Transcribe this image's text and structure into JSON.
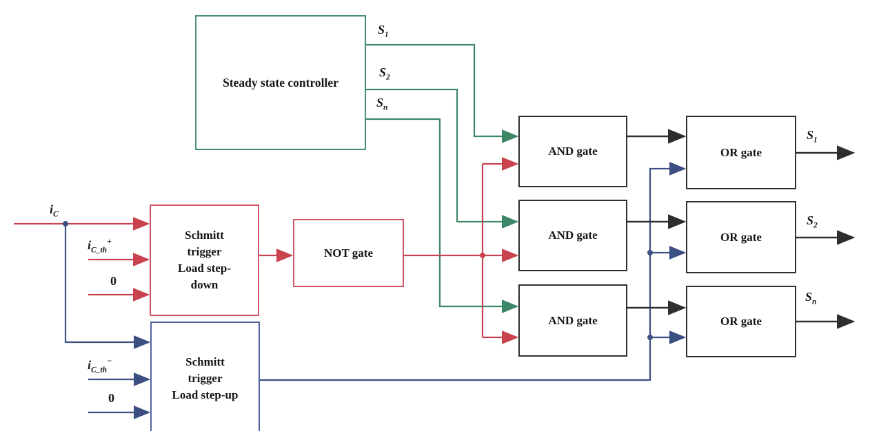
{
  "colors": {
    "green": "#3d8666",
    "green-border": "#4a8f6d",
    "red": "#c9434f",
    "red-border": "#cf5868",
    "blue": "#3c4f82",
    "blue-border": "#5264a0",
    "dark": "#2e2e2e"
  },
  "boxes": {
    "controller": {
      "label": "Steady state controller"
    },
    "schmitt_down": {
      "label": "Schmitt\ntrigger\nLoad step-\ndown"
    },
    "schmitt_up": {
      "label": "Schmitt\ntrigger\nLoad step-up"
    },
    "not_gate": {
      "label": "NOT gate"
    },
    "and_gates": [
      {
        "label": "AND gate"
      },
      {
        "label": "AND gate"
      },
      {
        "label": "AND gate"
      }
    ],
    "or_gates": [
      {
        "label": "OR gate"
      },
      {
        "label": "OR gate"
      },
      {
        "label": "OR gate"
      }
    ]
  },
  "signals": {
    "ic": {
      "base": "i",
      "sub": "C"
    },
    "icth_plus": {
      "base": "i",
      "sub": "C_th",
      "sup": "+"
    },
    "zero_down": {
      "value": "0"
    },
    "icth_minus": {
      "base": "i",
      "sub": "C_th",
      "sup": "−"
    },
    "zero_up": {
      "value": "0"
    },
    "ctrl_s1": {
      "base": "S",
      "sub": "1"
    },
    "ctrl_s2": {
      "base": "S",
      "sub": "2"
    },
    "ctrl_sn": {
      "base": "S",
      "sub": "n"
    },
    "out_s1": {
      "base": "S",
      "sub": "1"
    },
    "out_s2": {
      "base": "S",
      "sub": "2"
    },
    "out_sn": {
      "base": "S",
      "sub": "n"
    }
  }
}
